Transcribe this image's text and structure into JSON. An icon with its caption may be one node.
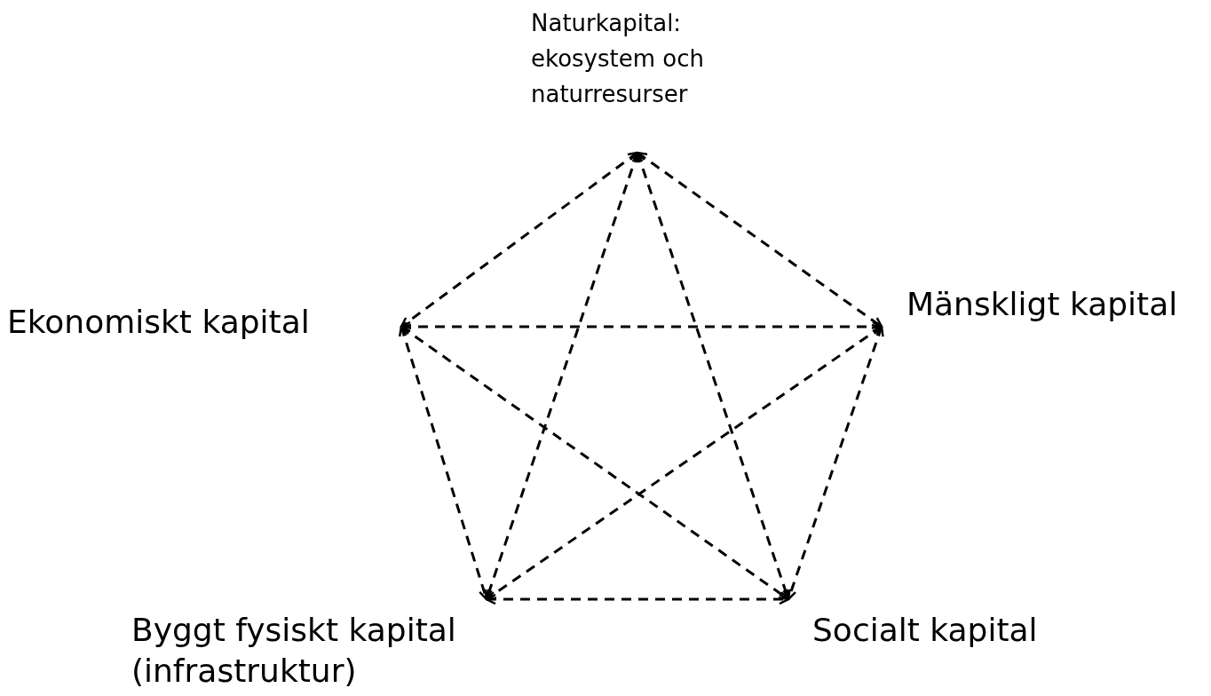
{
  "diagram": {
    "nodes": [
      {
        "text": [
          "Naturkapital: ekosystem och naturresurser"
        ]
      },
      {
        "text": [
          "Ekonomiskt kapital"
        ]
      },
      {
        "text": [
          "Mänskligt kapital"
        ]
      },
      {
        "text": [
          "Byggt fysiskt kapital (infrastruktur)"
        ]
      },
      {
        "text": [
          "Socialt kapital"
        ]
      }
    ],
    "edges": [
      {
        "from": 0,
        "to": 1,
        "arrow": "both",
        "style": "dashed"
      },
      {
        "from": 0,
        "to": 2,
        "arrow": "both",
        "style": "dashed"
      },
      {
        "from": 0,
        "to": 3,
        "arrow": "both",
        "style": "dashed"
      },
      {
        "from": 0,
        "to": 4,
        "arrow": "both",
        "style": "dashed"
      },
      {
        "from": 1,
        "to": 2,
        "arrow": "both",
        "style": "dashed"
      },
      {
        "from": 1,
        "to": 3,
        "arrow": "both",
        "style": "dashed"
      },
      {
        "from": 1,
        "to": 4,
        "arrow": "both",
        "style": "dashed"
      },
      {
        "from": 2,
        "to": 3,
        "arrow": "both",
        "style": "dashed"
      },
      {
        "from": 2,
        "to": 4,
        "arrow": "both",
        "style": "dashed"
      },
      {
        "from": 3,
        "to": 4,
        "arrow": "both",
        "style": "dashed"
      }
    ]
  }
}
